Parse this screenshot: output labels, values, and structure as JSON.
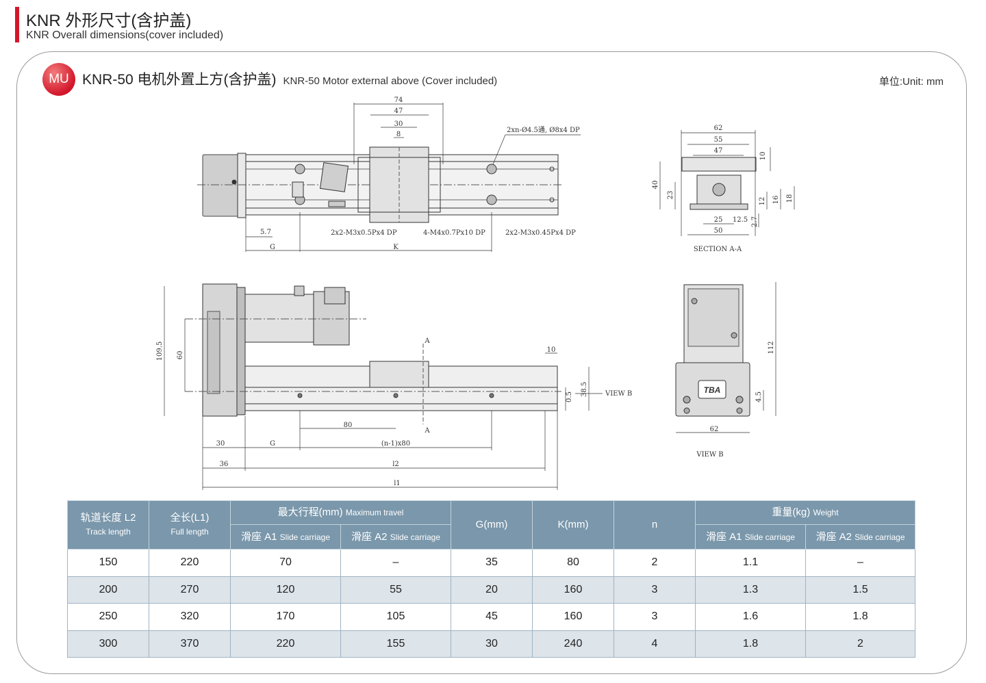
{
  "header": {
    "title": "KNR 外形尺寸(含护盖)",
    "subtitle": "KNR Overall dimensions(cover included)"
  },
  "section": {
    "badge": "MU",
    "title_cn": "KNR-50 电机外置上方(含护盖)",
    "title_en": "KNR-50 Motor external above (Cover included)",
    "unit": "单位:Unit: mm"
  },
  "drawing": {
    "top_view": {
      "dims": [
        "74",
        "47",
        "30",
        "8",
        "5.7",
        "G",
        "K"
      ],
      "notes": [
        "2xn-Ø4.5通, Ø8x4 DP",
        "2x2-M3x0.5Px4 DP",
        "4-M4x0.7Px10 DP",
        "2x2-M3x0.45Px4 DP"
      ]
    },
    "section_a": {
      "dims": [
        "62",
        "55",
        "47",
        "10",
        "40",
        "23",
        "12",
        "16",
        "18",
        "25",
        "12.5",
        "2.7",
        "50"
      ],
      "caption": "SECTION A-A"
    },
    "side_view": {
      "dims": [
        "109.5",
        "60",
        "10",
        "38.5",
        "0.5",
        "80",
        "30",
        "G",
        "(n-1)x80",
        "36",
        "l2",
        "l1"
      ],
      "labels": [
        "A",
        "A",
        "VIEW B"
      ]
    },
    "view_b": {
      "dims": [
        "112",
        "4.5",
        "62"
      ],
      "logo": "TBA",
      "caption": "VIEW B"
    }
  },
  "table": {
    "headers": {
      "track_cn": "轨道长度 L2",
      "track_en": "Track length",
      "full_cn": "全长(L1)",
      "full_en": "Full length",
      "travel_cn": "最大行程(mm)",
      "travel_en": "Maximum travel",
      "a1_cn": "滑座 A1",
      "a1_en": "Slide carriage",
      "a2_cn": "滑座 A2",
      "a2_en": "Slide carriage",
      "g": "G(mm)",
      "k": "K(mm)",
      "n": "n",
      "weight_cn": "重量(kg)",
      "weight_en": "Weight",
      "wa1_cn": "滑座 A1",
      "wa1_en": "Slide carriage",
      "wa2_cn": "滑座 A2",
      "wa2_en": "Slide carriage"
    },
    "rows": [
      {
        "l2": "150",
        "l1": "220",
        "t1": "70",
        "t2": "–",
        "g": "35",
        "k": "80",
        "n": "2",
        "w1": "1.1",
        "w2": "–"
      },
      {
        "l2": "200",
        "l1": "270",
        "t1": "120",
        "t2": "55",
        "g": "20",
        "k": "160",
        "n": "3",
        "w1": "1.3",
        "w2": "1.5"
      },
      {
        "l2": "250",
        "l1": "320",
        "t1": "170",
        "t2": "105",
        "g": "45",
        "k": "160",
        "n": "3",
        "w1": "1.6",
        "w2": "1.8"
      },
      {
        "l2": "300",
        "l1": "370",
        "t1": "220",
        "t2": "155",
        "g": "30",
        "k": "240",
        "n": "4",
        "w1": "1.8",
        "w2": "2"
      }
    ]
  }
}
